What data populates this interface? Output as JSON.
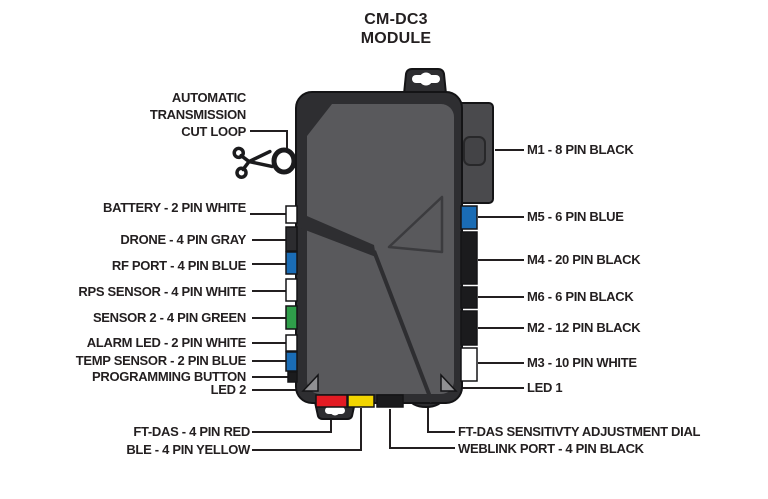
{
  "title": {
    "line1": "CM-DC3",
    "line2": "MODULE"
  },
  "cut_loop_label": "AUTOMATIC\nTRANSMISSION\nCUT LOOP",
  "left_labels": [
    "BATTERY - 2 PIN WHITE",
    "DRONE - 4 PIN GRAY",
    "RF PORT - 4 PIN BLUE",
    "RPS SENSOR - 4 PIN WHITE",
    "SENSOR 2 - 4 PIN GREEN",
    "ALARM LED - 2 PIN WHITE",
    "TEMP SENSOR - 2 PIN BLUE",
    "PROGRAMMING BUTTON",
    "LED 2"
  ],
  "right_labels": [
    "M1 - 8 PIN BLACK",
    "M5 - 6 PIN BLUE",
    "M4 - 20 PIN BLACK",
    "M6 - 6 PIN BLACK",
    "M2 - 12 PIN BLACK",
    "M3 - 10 PIN WHITE",
    "LED 1"
  ],
  "bottom_left_labels": [
    "FT-DAS - 4 PIN RED",
    "BLE - 4 PIN YELLOW"
  ],
  "bottom_right_labels": [
    "FT-DAS SENSITIVTY ADJUSTMENT DIAL",
    "WEBLINK PORT - 4 PIN BLACK"
  ],
  "icons": {
    "scissors": "scissors-icon",
    "screw_slot": "keyhole-screw-slot"
  },
  "colors": {
    "connector_blue": "#1a6cb5",
    "connector_green": "#2f9e4a",
    "connector_red": "#e31b23",
    "connector_yellow": "#f2d500",
    "connector_white": "#ffffff",
    "connector_black": "#1b1b1d",
    "connector_gray": "#2c2c2f",
    "line_color": "#231f20"
  }
}
